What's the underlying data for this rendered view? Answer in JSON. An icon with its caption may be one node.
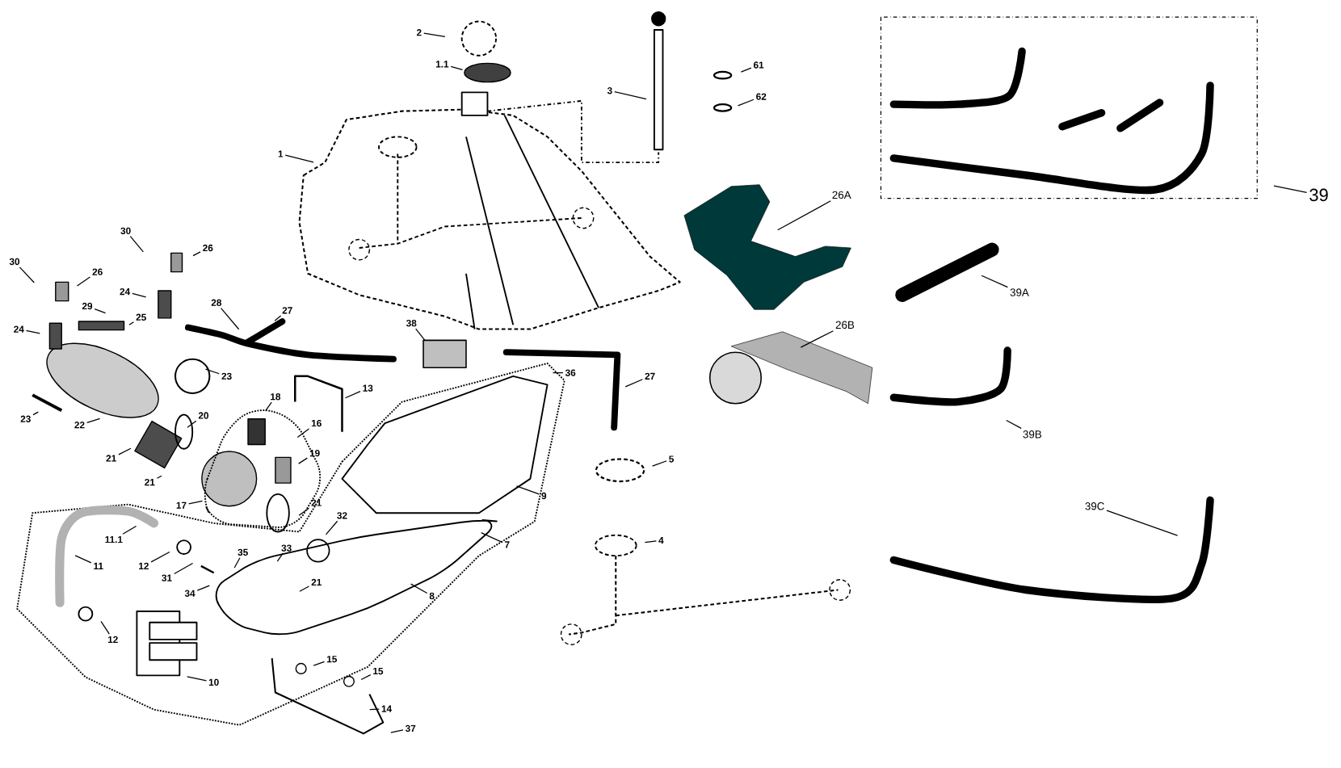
{
  "diagram": {
    "nodes": [
      {
        "text": [
          "2"
        ]
      },
      {
        "text": [
          "1.1"
        ]
      },
      {
        "text": [
          "61"
        ]
      },
      {
        "text": [
          "3"
        ]
      },
      {
        "text": [
          "62"
        ]
      },
      {
        "text": [
          "1"
        ]
      },
      {
        "text": [
          "26A"
        ]
      },
      {
        "text": [
          "39"
        ]
      },
      {
        "text": [
          "30"
        ]
      },
      {
        "text": [
          "26"
        ]
      },
      {
        "text": [
          "30"
        ]
      },
      {
        "text": [
          "26"
        ]
      },
      {
        "text": [
          "39A"
        ]
      },
      {
        "text": [
          "24"
        ]
      },
      {
        "text": [
          "29"
        ]
      },
      {
        "text": [
          "25"
        ]
      },
      {
        "text": [
          "28"
        ]
      },
      {
        "text": [
          "27"
        ]
      },
      {
        "text": [
          "24"
        ]
      },
      {
        "text": [
          "38"
        ]
      },
      {
        "text": [
          "26B"
        ]
      },
      {
        "text": [
          "23"
        ]
      },
      {
        "text": [
          "36"
        ]
      },
      {
        "text": [
          "27"
        ]
      },
      {
        "text": [
          "13"
        ]
      },
      {
        "text": [
          "18"
        ]
      },
      {
        "text": [
          "20"
        ]
      },
      {
        "text": [
          "23"
        ]
      },
      {
        "text": [
          "22"
        ]
      },
      {
        "text": [
          "16"
        ]
      },
      {
        "text": [
          "39B"
        ]
      },
      {
        "text": [
          "21"
        ]
      },
      {
        "text": [
          "19"
        ]
      },
      {
        "text": [
          "5"
        ]
      },
      {
        "text": [
          "21"
        ]
      },
      {
        "text": [
          "39C"
        ]
      },
      {
        "text": [
          "17"
        ]
      },
      {
        "text": [
          "21"
        ]
      },
      {
        "text": [
          "9"
        ]
      },
      {
        "text": [
          "32"
        ]
      },
      {
        "text": [
          "11.1"
        ]
      },
      {
        "text": [
          "4"
        ]
      },
      {
        "text": [
          "7"
        ]
      },
      {
        "text": [
          "11"
        ]
      },
      {
        "text": [
          "12"
        ]
      },
      {
        "text": [
          "33"
        ]
      },
      {
        "text": [
          "35"
        ]
      },
      {
        "text": [
          "31"
        ]
      },
      {
        "text": [
          "21"
        ]
      },
      {
        "text": [
          "34"
        ]
      },
      {
        "text": [
          "8"
        ]
      },
      {
        "text": [
          "12"
        ]
      },
      {
        "text": [
          "15"
        ]
      },
      {
        "text": [
          "15"
        ]
      },
      {
        "text": [
          "10"
        ]
      },
      {
        "text": [
          "14"
        ]
      },
      {
        "text": [
          "37"
        ]
      }
    ],
    "edges": [
      {
        "from": 0,
        "to": null,
        "arrow": "none"
      },
      {
        "from": 1,
        "to": null,
        "arrow": "none"
      },
      {
        "from": 2,
        "to": null,
        "arrow": "none"
      },
      {
        "from": 3,
        "to": null,
        "arrow": "none"
      },
      {
        "from": 4,
        "to": null,
        "arrow": "none"
      },
      {
        "from": 5,
        "to": null,
        "arrow": "none"
      },
      {
        "from": 6,
        "to": null,
        "arrow": "none"
      },
      {
        "from": 7,
        "to": null,
        "arrow": "none"
      },
      {
        "from": 8,
        "to": null,
        "arrow": "none"
      },
      {
        "from": 9,
        "to": null,
        "arrow": "none"
      },
      {
        "from": 10,
        "to": null,
        "arrow": "none"
      },
      {
        "from": 11,
        "to": null,
        "arrow": "none"
      },
      {
        "from": 12,
        "to": null,
        "arrow": "none"
      },
      {
        "from": 13,
        "to": null,
        "arrow": "none"
      },
      {
        "from": 14,
        "to": null,
        "arrow": "none"
      },
      {
        "from": 15,
        "to": null,
        "arrow": "none"
      },
      {
        "from": 16,
        "to": null,
        "arrow": "none"
      },
      {
        "from": 17,
        "to": null,
        "arrow": "none"
      },
      {
        "from": 18,
        "to": null,
        "arrow": "none"
      },
      {
        "from": 19,
        "to": null,
        "arrow": "none"
      },
      {
        "from": 20,
        "to": null,
        "arrow": "none"
      },
      {
        "from": 21,
        "to": null,
        "arrow": "none"
      },
      {
        "from": 22,
        "to": null,
        "arrow": "none"
      },
      {
        "from": 23,
        "to": null,
        "arrow": "none"
      },
      {
        "from": 24,
        "to": null,
        "arrow": "none"
      },
      {
        "from": 25,
        "to": null,
        "arrow": "none"
      },
      {
        "from": 26,
        "to": null,
        "arrow": "none"
      },
      {
        "from": 27,
        "to": null,
        "arrow": "none"
      },
      {
        "from": 28,
        "to": null,
        "arrow": "none"
      },
      {
        "from": 29,
        "to": null,
        "arrow": "none"
      },
      {
        "from": 30,
        "to": null,
        "arrow": "none"
      },
      {
        "from": 31,
        "to": null,
        "arrow": "none"
      },
      {
        "from": 32,
        "to": null,
        "arrow": "none"
      },
      {
        "from": 33,
        "to": null,
        "arrow": "none"
      },
      {
        "from": 34,
        "to": null,
        "arrow": "none"
      },
      {
        "from": 35,
        "to": null,
        "arrow": "none"
      },
      {
        "from": 36,
        "to": null,
        "arrow": "none"
      },
      {
        "from": 37,
        "to": null,
        "arrow": "none"
      },
      {
        "from": 38,
        "to": null,
        "arrow": "none"
      },
      {
        "from": 39,
        "to": null,
        "arrow": "none"
      },
      {
        "from": 40,
        "to": null,
        "arrow": "none"
      },
      {
        "from": 41,
        "to": null,
        "arrow": "none"
      },
      {
        "from": 42,
        "to": null,
        "arrow": "none"
      },
      {
        "from": 43,
        "to": null,
        "arrow": "none"
      },
      {
        "from": 44,
        "to": null,
        "arrow": "none"
      },
      {
        "from": 45,
        "to": null,
        "arrow": "none"
      },
      {
        "from": 46,
        "to": null,
        "arrow": "none"
      },
      {
        "from": 47,
        "to": null,
        "arrow": "none"
      },
      {
        "from": 48,
        "to": null,
        "arrow": "none"
      },
      {
        "from": 49,
        "to": null,
        "arrow": "none"
      },
      {
        "from": 50,
        "to": null,
        "arrow": "none"
      },
      {
        "from": 51,
        "to": null,
        "arrow": "none"
      },
      {
        "from": 52,
        "to": null,
        "arrow": "none"
      },
      {
        "from": 53,
        "to": null,
        "arrow": "none"
      },
      {
        "from": 54,
        "to": null,
        "arrow": "none"
      },
      {
        "from": 55,
        "to": null,
        "arrow": "none"
      },
      {
        "from": 56,
        "to": null,
        "arrow": "none"
      }
    ]
  }
}
